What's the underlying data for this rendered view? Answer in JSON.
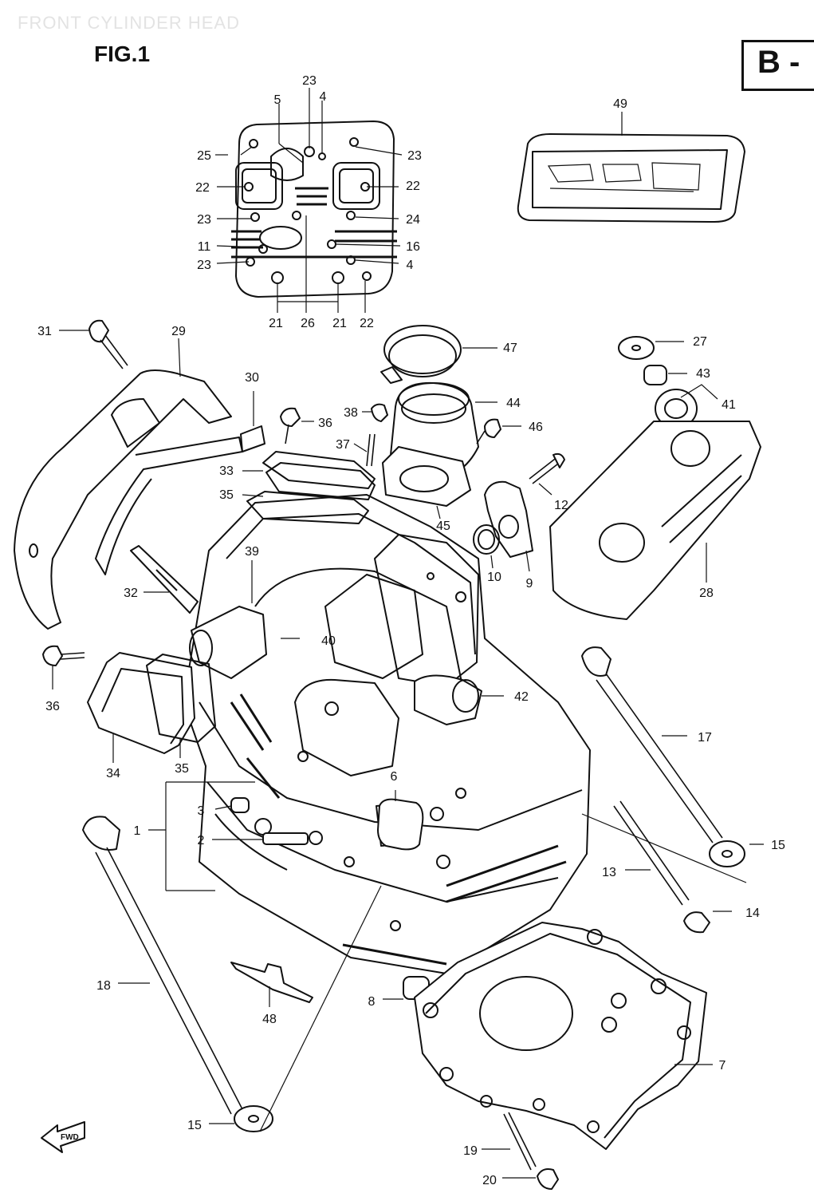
{
  "header": {
    "faint_title": "FRONT CYLINDER HEAD",
    "figure_title": "FIG.1",
    "section_label": "B -"
  },
  "callouts": [
    {
      "id": "c23a",
      "text": "23"
    },
    {
      "id": "c5",
      "text": "5"
    },
    {
      "id": "c4a",
      "text": "4"
    },
    {
      "id": "c25",
      "text": "25"
    },
    {
      "id": "c23b",
      "text": "23"
    },
    {
      "id": "c22a",
      "text": "22"
    },
    {
      "id": "c22b",
      "text": "22"
    },
    {
      "id": "c23c",
      "text": "23"
    },
    {
      "id": "c24",
      "text": "24"
    },
    {
      "id": "c11",
      "text": "11"
    },
    {
      "id": "c16",
      "text": "16"
    },
    {
      "id": "c23d",
      "text": "23"
    },
    {
      "id": "c4b",
      "text": "4"
    },
    {
      "id": "c21a",
      "text": "21"
    },
    {
      "id": "c26",
      "text": "26"
    },
    {
      "id": "c21b",
      "text": "21"
    },
    {
      "id": "c22c",
      "text": "22"
    },
    {
      "id": "c49",
      "text": "49"
    },
    {
      "id": "c31",
      "text": "31"
    },
    {
      "id": "c29",
      "text": "29"
    },
    {
      "id": "c47",
      "text": "47"
    },
    {
      "id": "c27",
      "text": "27"
    },
    {
      "id": "c43",
      "text": "43"
    },
    {
      "id": "c41",
      "text": "41"
    },
    {
      "id": "c30",
      "text": "30"
    },
    {
      "id": "c36a",
      "text": "36"
    },
    {
      "id": "c38",
      "text": "38"
    },
    {
      "id": "c44",
      "text": "44"
    },
    {
      "id": "c46",
      "text": "46"
    },
    {
      "id": "c37",
      "text": "37"
    },
    {
      "id": "c33",
      "text": "33"
    },
    {
      "id": "c12",
      "text": "12"
    },
    {
      "id": "c35a",
      "text": "35"
    },
    {
      "id": "c45",
      "text": "45"
    },
    {
      "id": "c39",
      "text": "39"
    },
    {
      "id": "c10",
      "text": "10"
    },
    {
      "id": "c9",
      "text": "9"
    },
    {
      "id": "c28",
      "text": "28"
    },
    {
      "id": "c32",
      "text": "32"
    },
    {
      "id": "c40",
      "text": "40"
    },
    {
      "id": "c36b",
      "text": "36"
    },
    {
      "id": "c42",
      "text": "42"
    },
    {
      "id": "c17",
      "text": "17"
    },
    {
      "id": "c34",
      "text": "34"
    },
    {
      "id": "c35b",
      "text": "35"
    },
    {
      "id": "c6",
      "text": "6"
    },
    {
      "id": "c3",
      "text": "3"
    },
    {
      "id": "c1",
      "text": "1"
    },
    {
      "id": "c2",
      "text": "2"
    },
    {
      "id": "c15a",
      "text": "15"
    },
    {
      "id": "c13",
      "text": "13"
    },
    {
      "id": "c14",
      "text": "14"
    },
    {
      "id": "c18",
      "text": "18"
    },
    {
      "id": "c8",
      "text": "8"
    },
    {
      "id": "c48",
      "text": "48"
    },
    {
      "id": "c7",
      "text": "7"
    },
    {
      "id": "c15b",
      "text": "15"
    },
    {
      "id": "c19",
      "text": "19"
    },
    {
      "id": "c20",
      "text": "20"
    }
  ],
  "fwd_arrow_label": "FWD"
}
